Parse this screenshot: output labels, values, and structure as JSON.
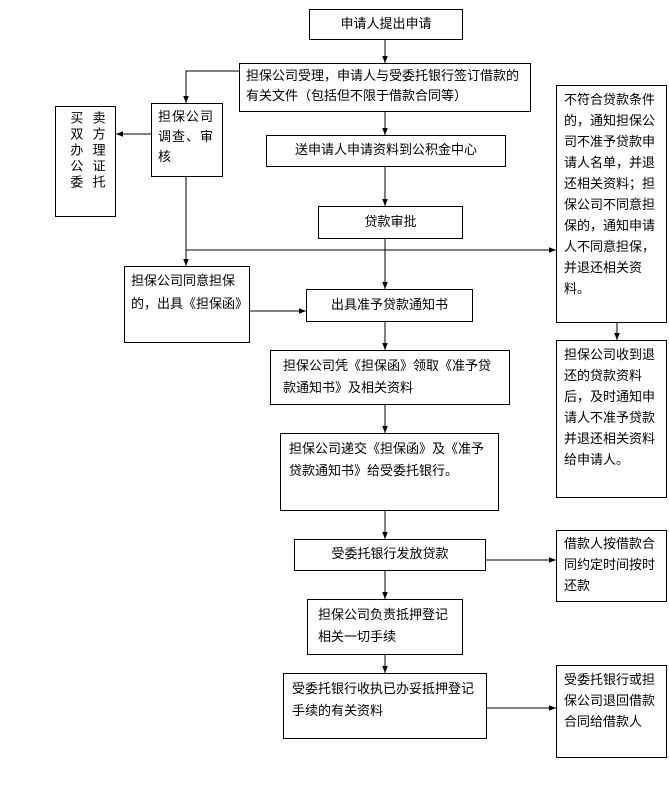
{
  "flowchart": {
    "apply": "申请人提出申请",
    "accept": "担保公司受理，申请人与受委托银行签订借款的有关文件（包括但不限于借款合同等）",
    "investigate": "担保公司调查、审核",
    "entrust": [
      "卖方理证托",
      "买双办公委"
    ],
    "send_docs": "送申请人申请资料到公积金中心",
    "loan_approval": "贷款审批",
    "reject_notice": "不符合贷款条件的，通知担保公司不准予贷款申请人名单，并退还相关资料；担保公司不同意担保的，通知申请人不同意担保，并退还相关资料。",
    "guarantee_agree": "担保公司同意担保的，出具《担保函》",
    "approval_notice": "出具准予贷款通知书",
    "return_notice": "担保公司收到退还的贷款资料后，及时通知申请人不准予贷款并退还相关资料给申请人。",
    "collect": "担保公司凭《担保函》领取《准予贷款通知书》及相关资料",
    "submit": "担保公司递交《担保函》及《准予贷款通知书》给受委托银行。",
    "disburse": "受委托银行发放贷款",
    "repay": "借款人按借款合同约定时间按时还款",
    "mortgage_reg": "担保公司负责抵押登记相关一切手续",
    "receive_docs": "受委托银行收执已办妥抵押登记手续的有关资料",
    "return_contract": "受委托银行或担保公司退回借款合同给借款人"
  }
}
